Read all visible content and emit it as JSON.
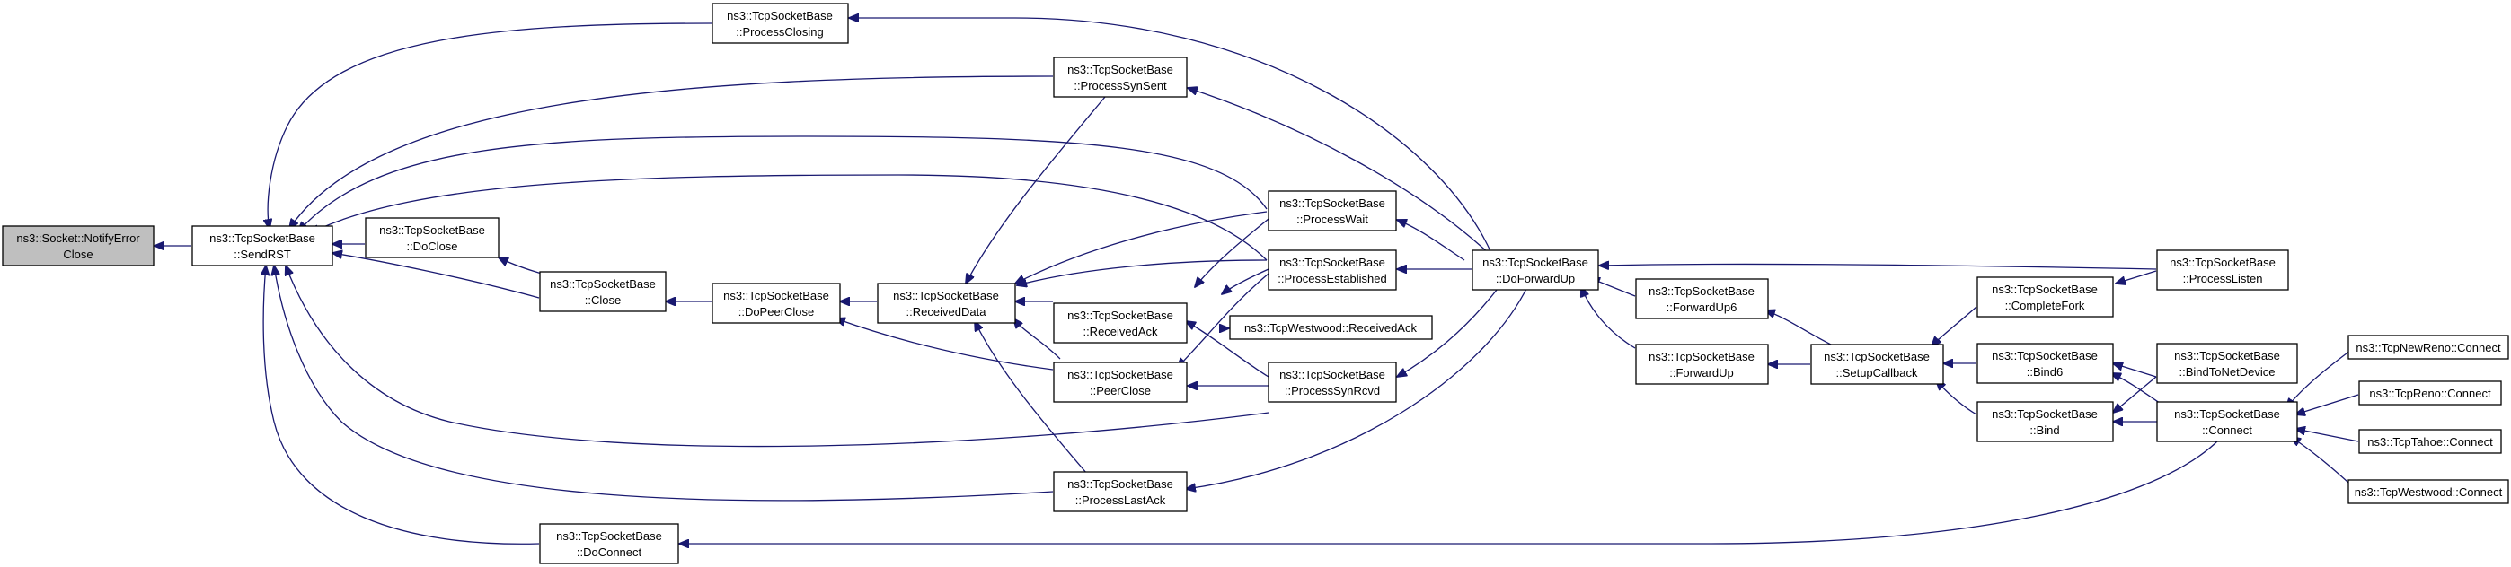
{
  "graph": {
    "colors": {
      "edge": "#191970",
      "node_border": "#000000",
      "highlight_fill": "#bfbfbf"
    },
    "nodes": [
      {
        "id": "notify",
        "l1": "ns3::Socket::NotifyError",
        "l2": "Close",
        "highlight": true
      },
      {
        "id": "sendrst",
        "l1": "ns3::TcpSocketBase",
        "l2": "::SendRST"
      },
      {
        "id": "pclosing",
        "l1": "ns3::TcpSocketBase",
        "l2": "::ProcessClosing"
      },
      {
        "id": "psynsent",
        "l1": "ns3::TcpSocketBase",
        "l2": "::ProcessSynSent"
      },
      {
        "id": "doclose",
        "l1": "ns3::TcpSocketBase",
        "l2": "::DoClose"
      },
      {
        "id": "close",
        "l1": "ns3::TcpSocketBase",
        "l2": "::Close"
      },
      {
        "id": "dopeer",
        "l1": "ns3::TcpSocketBase",
        "l2": "::DoPeerClose"
      },
      {
        "id": "recvdata",
        "l1": "ns3::TcpSocketBase",
        "l2": "::ReceivedData"
      },
      {
        "id": "pwait",
        "l1": "ns3::TcpSocketBase",
        "l2": "::ProcessWait"
      },
      {
        "id": "pest",
        "l1": "ns3::TcpSocketBase",
        "l2": "::ProcessEstablished"
      },
      {
        "id": "recvack",
        "l1": "ns3::TcpSocketBase",
        "l2": "::ReceivedAck"
      },
      {
        "id": "westrack",
        "l1": "ns3::TcpWestwood::ReceivedAck",
        "l2": ""
      },
      {
        "id": "peerclose",
        "l1": "ns3::TcpSocketBase",
        "l2": "::PeerClose"
      },
      {
        "id": "psynrcvd",
        "l1": "ns3::TcpSocketBase",
        "l2": "::ProcessSynRcvd"
      },
      {
        "id": "plastack",
        "l1": "ns3::TcpSocketBase",
        "l2": "::ProcessLastAck"
      },
      {
        "id": "doconnect",
        "l1": "ns3::TcpSocketBase",
        "l2": "::DoConnect"
      },
      {
        "id": "dofwd",
        "l1": "ns3::TcpSocketBase",
        "l2": "::DoForwardUp"
      },
      {
        "id": "fwd6",
        "l1": "ns3::TcpSocketBase",
        "l2": "::ForwardUp6"
      },
      {
        "id": "fwd",
        "l1": "ns3::TcpSocketBase",
        "l2": "::ForwardUp"
      },
      {
        "id": "setcb",
        "l1": "ns3::TcpSocketBase",
        "l2": "::SetupCallback"
      },
      {
        "id": "compfork",
        "l1": "ns3::TcpSocketBase",
        "l2": "::CompleteFork"
      },
      {
        "id": "plisten",
        "l1": "ns3::TcpSocketBase",
        "l2": "::ProcessListen"
      },
      {
        "id": "bind6",
        "l1": "ns3::TcpSocketBase",
        "l2": "::Bind6"
      },
      {
        "id": "bind",
        "l1": "ns3::TcpSocketBase",
        "l2": "::Bind"
      },
      {
        "id": "bindnd",
        "l1": "ns3::TcpSocketBase",
        "l2": "::BindToNetDevice"
      },
      {
        "id": "connect",
        "l1": "ns3::TcpSocketBase",
        "l2": "::Connect"
      },
      {
        "id": "newreno",
        "l1": "ns3::TcpNewReno::Connect",
        "l2": ""
      },
      {
        "id": "reno",
        "l1": "ns3::TcpReno::Connect",
        "l2": ""
      },
      {
        "id": "tahoe",
        "l1": "ns3::TcpTahoe::Connect",
        "l2": ""
      },
      {
        "id": "westconn",
        "l1": "ns3::TcpWestwood::Connect",
        "l2": ""
      }
    ]
  }
}
